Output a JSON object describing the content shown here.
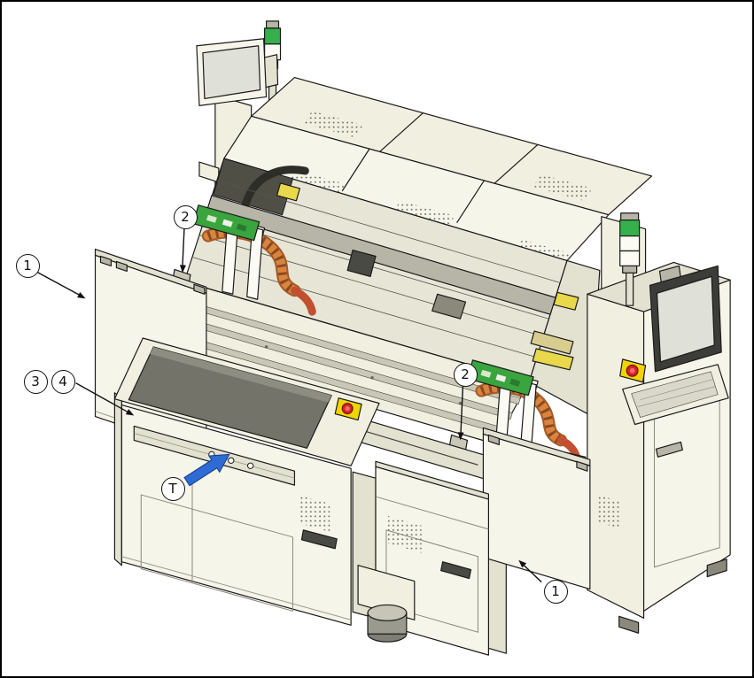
{
  "callouts": [
    {
      "name": "callout-1-left",
      "label": "1"
    },
    {
      "name": "callout-2-left",
      "label": "2"
    },
    {
      "name": "callout-3",
      "label": "3"
    },
    {
      "name": "callout-4",
      "label": "4"
    },
    {
      "name": "callout-2-right",
      "label": "2"
    },
    {
      "name": "callout-1-right",
      "label": "1"
    },
    {
      "name": "callout-t",
      "label": "T"
    }
  ],
  "colors": {
    "outline": "#1a1a1a",
    "panel_cream": "#f1efe0",
    "panel_cream_light": "#f6f5ea",
    "panel_cream_dark": "#e3e1d0",
    "interior_gray": "#e7e5d6",
    "rail_gray": "#c9c7b6",
    "plate_gray": "#73736a",
    "dark_gray": "#4a4a44",
    "mid_gray": "#8b897c",
    "metal_gray": "#b7b5a7",
    "white_part": "#fbfaf3",
    "pcb_green": "#3aa43e",
    "signal_green": "#35b04a",
    "cable_orange": "#d9843f",
    "cable_orange_dark": "#a35a26",
    "cable_red": "#c24f30",
    "accent_yellow": "#e8d84a",
    "accent_tan": "#d8cd8f",
    "estop_red": "#d42222",
    "estop_yellow": "#f0d400",
    "arrow_blue": "#2e6bd4",
    "screen_gray": "#dfe0d8",
    "monitor_frame": "#3c3c38"
  }
}
